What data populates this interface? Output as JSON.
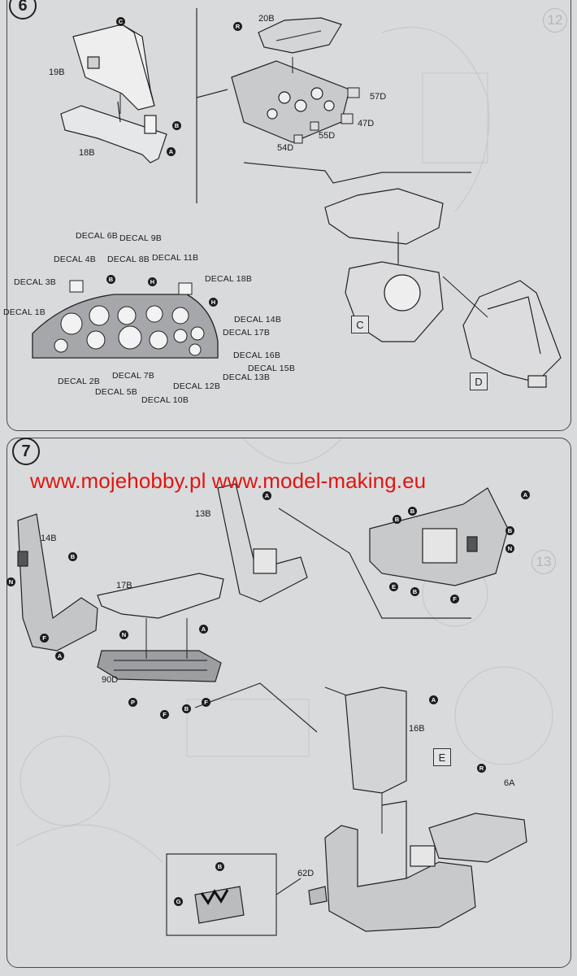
{
  "steps": {
    "step6": "6",
    "step7": "7",
    "ghost_12": "12",
    "ghost_13": "13"
  },
  "watermark": "www.mojehobby.pl www.model-making.eu",
  "assembly_boxes": {
    "c": "C",
    "d": "D",
    "e": "E"
  },
  "parts": {
    "p19b": "19B",
    "p18b": "18B",
    "p20b": "20B",
    "p57d": "57D",
    "p47d": "47D",
    "p55d": "55D",
    "p54d": "54D",
    "p14b": "14B",
    "p13b": "13B",
    "p17b": "17B",
    "p90d": "90D",
    "p16b": "16B",
    "p6a": "6A",
    "p62d": "62D"
  },
  "decals": {
    "d1": "DECAL 1B",
    "d2": "DECAL 2B",
    "d3": "DECAL 3B",
    "d4": "DECAL 4B",
    "d5": "DECAL 5B",
    "d6": "DECAL 6B",
    "d7": "DECAL 7B",
    "d8": "DECAL 8B",
    "d9": "DECAL 9B",
    "d10": "DECAL 10B",
    "d11": "DECAL 11B",
    "d12": "DECAL 12B",
    "d13": "DECAL 13B",
    "d14": "DECAL 14B",
    "d15": "DECAL 15B",
    "d16": "DECAL 16B",
    "d17": "DECAL 17B",
    "d18": "DECAL 18B"
  },
  "callouts": {
    "c1": "C",
    "b1": "B",
    "a1": "A",
    "r1": "R",
    "b2": "B",
    "h1": "H",
    "h2": "H",
    "b3": "B",
    "n1": "N",
    "f1": "F",
    "a2": "A",
    "a3": "A",
    "a4": "A",
    "n2": "N",
    "p1": "P",
    "f2": "F",
    "b4": "B",
    "f3": "F",
    "a5": "A",
    "b5": "B",
    "b6": "B",
    "b7": "B",
    "n3": "N",
    "e1": "E",
    "b8": "B",
    "f4": "F",
    "a6": "A",
    "r2": "R",
    "g1": "G",
    "b9": "B"
  }
}
